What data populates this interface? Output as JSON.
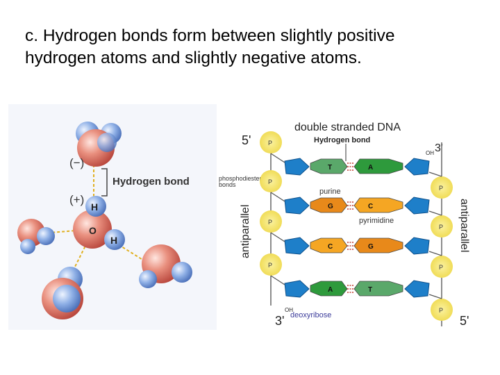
{
  "slide": {
    "title_line1": "c. Hydrogen bonds form between slightly positive",
    "title_line2": "hydrogen atoms and slightly  negative atoms."
  },
  "water_figure": {
    "minus_label": "(−)",
    "plus_label": "(+)",
    "hbond_label": "Hydrogen bond",
    "h_top": "H",
    "o_label": "O",
    "h_right": "H"
  },
  "dna_figure": {
    "title": "double stranded DNA",
    "hbond_label": "Hydrogen bond",
    "five_prime_top": "5'",
    "three_prime_top": "3'",
    "three_prime_bottom": "3'",
    "five_prime_bottom": "5'",
    "phosphodiester_line1": "phosphodiester",
    "phosphodiester_line2": "bonds",
    "purine": "purine",
    "pyrimidine": "pyrimidine",
    "deoxyribose": "deoxyribose",
    "antiparallel_left": "antiparallel",
    "antiparallel_right": "antiparallel",
    "oh_top": "OH",
    "oh_bottom": "OH",
    "base_pairs": [
      {
        "left": "T",
        "right": "A"
      },
      {
        "left": "G",
        "right": "C"
      },
      {
        "left": "C",
        "right": "G"
      },
      {
        "left": "A",
        "right": "T"
      }
    ],
    "colors": {
      "T": "#5aa86a",
      "A": "#2e9a3c",
      "G": "#e8891a",
      "C": "#f5a623",
      "sugar": "#1e7fc9",
      "phosphate": "#f3e46a"
    }
  }
}
